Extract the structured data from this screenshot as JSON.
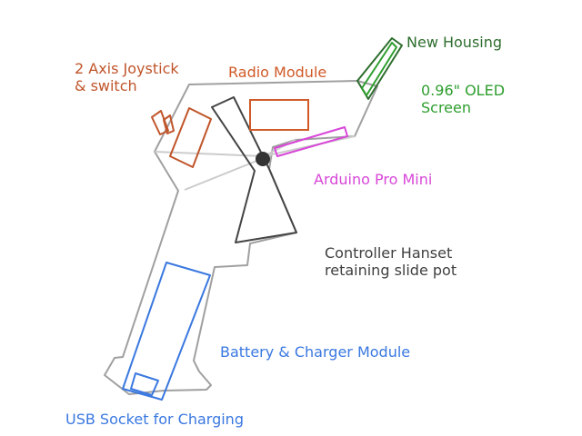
{
  "labels": {
    "new_housing": "New Housing",
    "joystick_line1": "2 Axis Joystick",
    "joystick_line2": "& switch",
    "radio_module": "Radio Module",
    "oled_line1": "0.96\" OLED",
    "oled_line2": "Screen",
    "arduino": "Arduino Pro Mini",
    "slidepot_line1": "Controller Hanset",
    "slidepot_line2": "retaining slide pot",
    "battery": "Battery & Charger Module",
    "usb": "USB Socket for Charging"
  },
  "colors": {
    "housing": "#a0a0a0",
    "housing_light": "#cccccc",
    "slide_pot": "#444444",
    "new_housing": "#2e6e2e",
    "oled": "#2e9e2e",
    "radio": "#d05a28",
    "joystick": "#c0552a",
    "arduino": "#d846d8",
    "battery": "#3a78e0",
    "slidepot_text": "#404040"
  }
}
